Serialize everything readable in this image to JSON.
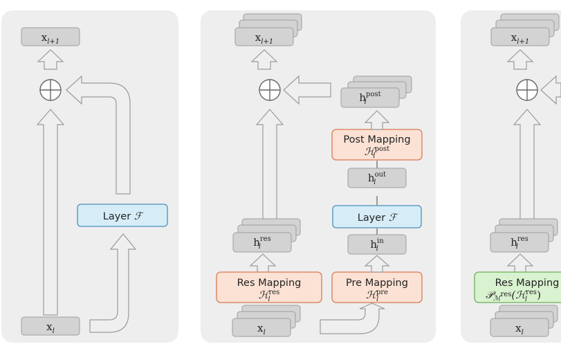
{
  "panels": [
    {
      "id": "standard-residual",
      "top_label": {
        "base": "x",
        "sub": "l+1"
      },
      "bottom_label": {
        "base": "x",
        "sub": "l"
      },
      "layer": {
        "text": "Layer",
        "sym": "ℱ"
      }
    },
    {
      "id": "hyper-connection",
      "top_label": {
        "base": "x",
        "sub": "l+1"
      },
      "bottom_label": {
        "base": "x",
        "sub": "l"
      },
      "h_post": {
        "base": "h",
        "sub": "l",
        "sup": "post"
      },
      "post_mapping": {
        "title": "Post Mapping",
        "sym": "ℋ",
        "sub": "l",
        "sup": "post"
      },
      "h_out": {
        "base": "h",
        "sub": "l",
        "sup": "out"
      },
      "layer": {
        "text": "Layer",
        "sym": "ℱ"
      },
      "h_in": {
        "base": "h",
        "sub": "l",
        "sup": "in"
      },
      "h_res": {
        "base": "h",
        "sub": "l",
        "sup": "res"
      },
      "res_mapping": {
        "title": "Res Mapping",
        "sym": "ℋ",
        "sub": "l",
        "sup": "res"
      },
      "pre_mapping": {
        "title": "Pre Mapping",
        "sym": "ℋ",
        "sub": "l",
        "sup": "pre"
      }
    },
    {
      "id": "manifold-constrained",
      "top_label": {
        "base": "x",
        "sub": "l+1"
      },
      "bottom_label": {
        "base": "x",
        "sub": "l"
      },
      "h_res": {
        "base": "h",
        "sub": "l",
        "sup": "res"
      },
      "res_mapping": {
        "title": "Res Mapping",
        "formula": "𝒫",
        "formula_sub": "ℳ",
        "formula_sub_sup": "res",
        "formula_arg": "(ℋ",
        "formula_arg_sub": "l",
        "formula_arg_sup": "res",
        "formula_close": ")"
      }
    }
  ],
  "colors": {
    "panel_bg": "#eeeeee",
    "box_gray": "#d3d3d3",
    "box_gray_stroke": "#9e9e9e",
    "layer_fill": "#d6edf8",
    "layer_stroke": "#4a8fb8",
    "mapping_fill": "#fbe2d4",
    "mapping_stroke": "#d97a52",
    "manifold_fill": "#d9f2cf",
    "manifold_stroke": "#6aae58",
    "arrow_fill": "#efefef",
    "arrow_stroke": "#9a9a9a"
  }
}
